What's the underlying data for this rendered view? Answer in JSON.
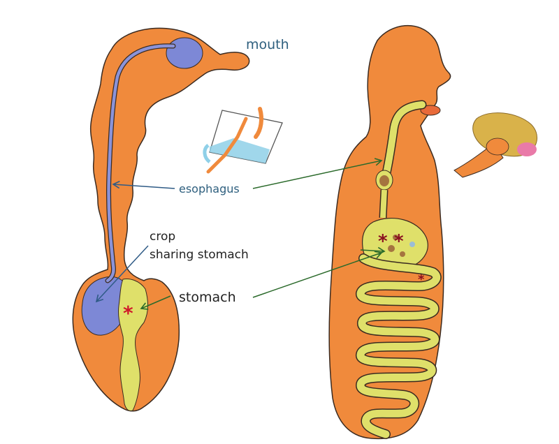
{
  "labels": {
    "mouth": "mouth",
    "esophagus": "esophagus",
    "crop_line1": "crop",
    "crop_line2": "sharing stomach",
    "stomach": "stomach"
  },
  "markers": {
    "asterisk": "*"
  },
  "colors": {
    "body_orange": "#f08a3c",
    "body_orange_light": "#f5a15c",
    "gut_yellow": "#dfe06a",
    "crop_blue": "#7d88d6",
    "esophagus_blue": "#8b93d8",
    "label_blue": "#2e5f7e",
    "label_dark": "#222222",
    "arrow_blue": "#2f5b86",
    "arrow_green": "#2b6a2b",
    "asterisk_red": "#d0192a",
    "outline": "#3a2a20"
  }
}
